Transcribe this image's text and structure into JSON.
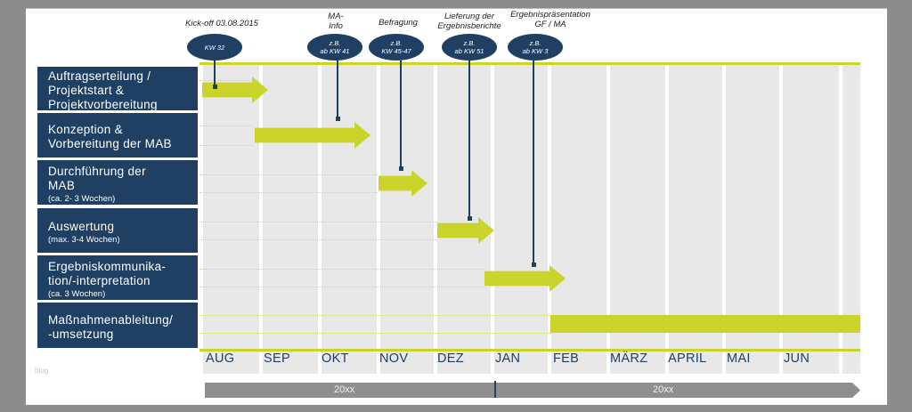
{
  "timeline": {
    "rows": [
      {
        "title": "Auftragserteilung /\nProjektstart &\nProjektvorbereitung",
        "sub": ""
      },
      {
        "title": "Konzeption &\nVorbereitung der MAB",
        "sub": ""
      },
      {
        "title": "Durchführung der\nMAB",
        "sub": "(ca. 2- 3 Wochen)"
      },
      {
        "title": "Auswertung",
        "sub": "(max. 3-4 Wochen)"
      },
      {
        "title": "Ergebniskommunika-\ntion/-interpretation",
        "sub": "(ca. 3 Wochen)"
      },
      {
        "title": "Maßnahmenableitung/\n-umsetzung",
        "sub": ""
      }
    ],
    "months": [
      "AUG",
      "SEP",
      "OKT",
      "NOV",
      "DEZ",
      "JAN",
      "FEB",
      "MÄRZ",
      "APRIL",
      "MAI",
      "JUN"
    ],
    "milestones": [
      {
        "label": "Kick-off  03.08.2015",
        "bubble": "KW 32"
      },
      {
        "label": "MA-\nInfo",
        "bubble": "z.B.\nab KW 41"
      },
      {
        "label": "Befragung",
        "bubble": "z.B.\nKW 45-47"
      },
      {
        "label": "Lieferung der\nErgebnisberichte",
        "bubble": "z.B.\nab KW 51"
      },
      {
        "label": "Ergebnispräsentation\nGF  / MA",
        "bubble": "z.B.\nab KW 3"
      }
    ],
    "years": [
      "20xx",
      "20xx"
    ],
    "watermark": "blog"
  },
  "colors": {
    "navy": "#1f3f63",
    "lime": "#cbd42b",
    "column": "#e8e8e8",
    "year_bar": "#8f8f8f"
  }
}
